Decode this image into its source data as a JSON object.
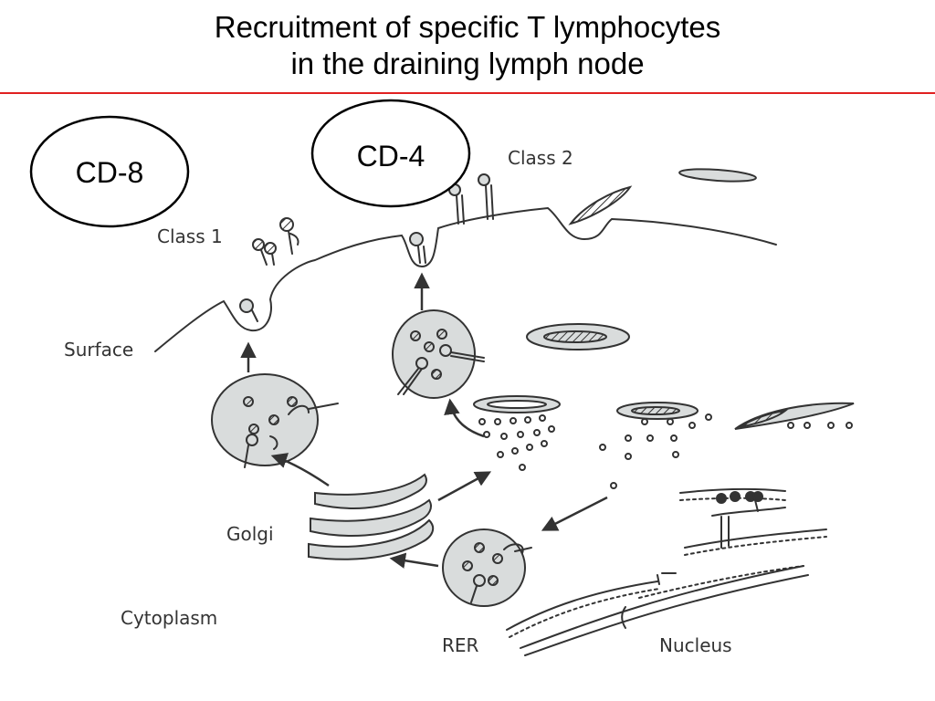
{
  "title": {
    "line1": "Recruitment of specific T lymphocytes",
    "line2": "in the draining lymph node"
  },
  "colors": {
    "rule": "#e02020",
    "ink": "#333333",
    "organelle_fill": "#d9dcdc"
  },
  "bubbles": {
    "cd8": "CD-8",
    "cd4": "CD-4"
  },
  "labels": {
    "class1": "Class 1",
    "class2": "Class 2",
    "surface": "Surface",
    "golgi": "Golgi",
    "cytoplasm": "Cytoplasm",
    "rer": "RER",
    "nucleus": "Nucleus"
  }
}
